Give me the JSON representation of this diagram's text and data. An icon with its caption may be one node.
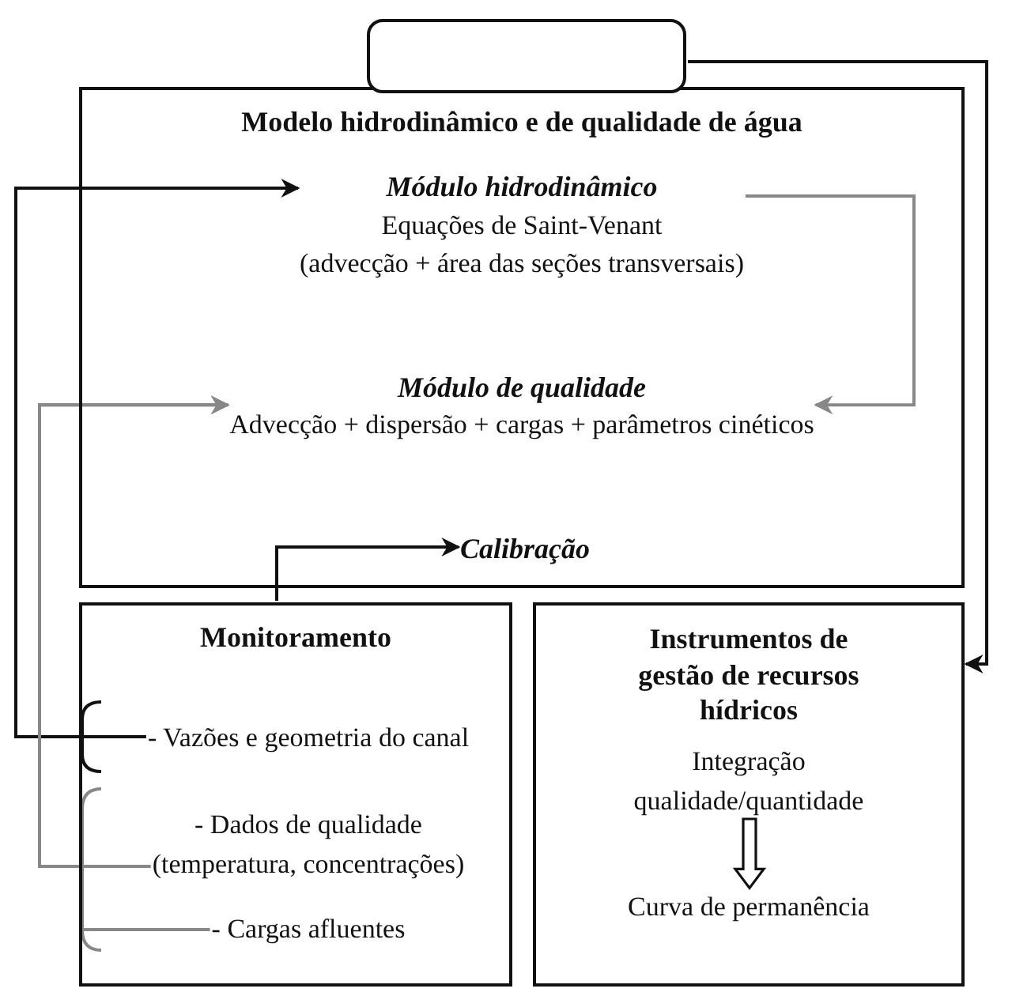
{
  "diagram": {
    "nodes": [
      {
        "text": [],
        "shape": "box"
      },
      {
        "text": [
          "Modelo hidrodinâmico e de qualidade de água"
        ]
      },
      {
        "text": [
          "Módulo hidrodinâmico",
          "Equações de Saint-Venant",
          "(advecção + área das seções transversais)"
        ],
        "in": 1
      },
      {
        "text": [
          "Módulo de qualidade",
          "Advecção + dispersão + cargas + parâmetros cinéticos"
        ],
        "in": 1
      },
      {
        "text": [
          "Calibração"
        ],
        "in": 1
      },
      {
        "text": [
          "Monitoramento"
        ]
      },
      {
        "text": [
          "- Vazões e geometria do canal"
        ],
        "in": 5
      },
      {
        "text": [
          "- Dados de qualidade (temperatura, concentrações)"
        ],
        "in": 5
      },
      {
        "text": [
          "- Cargas afluentes"
        ],
        "in": 5
      },
      {
        "text": [
          "Instrumentos de gestão de recursos hídricos"
        ]
      },
      {
        "text": [
          "Integração qualidade/quantidade"
        ],
        "in": 9
      },
      {
        "text": [
          "Curva de permanência"
        ],
        "in": 9
      }
    ],
    "edges": [
      {
        "from": 0,
        "to": 9,
        "arrow": "to"
      },
      {
        "from": 6,
        "to": 2,
        "arrow": "to"
      },
      {
        "from": 2,
        "to": 3,
        "arrow": "to",
        "color": "#888888"
      },
      {
        "from": 7,
        "to": 3,
        "arrow": "to",
        "color": "#888888"
      },
      {
        "from": 8,
        "to": 3,
        "arrow": "to",
        "color": "#888888"
      },
      {
        "from": 5,
        "to": 4,
        "arrow": "to"
      },
      {
        "from": 10,
        "to": 11,
        "arrow": "to"
      }
    ]
  }
}
